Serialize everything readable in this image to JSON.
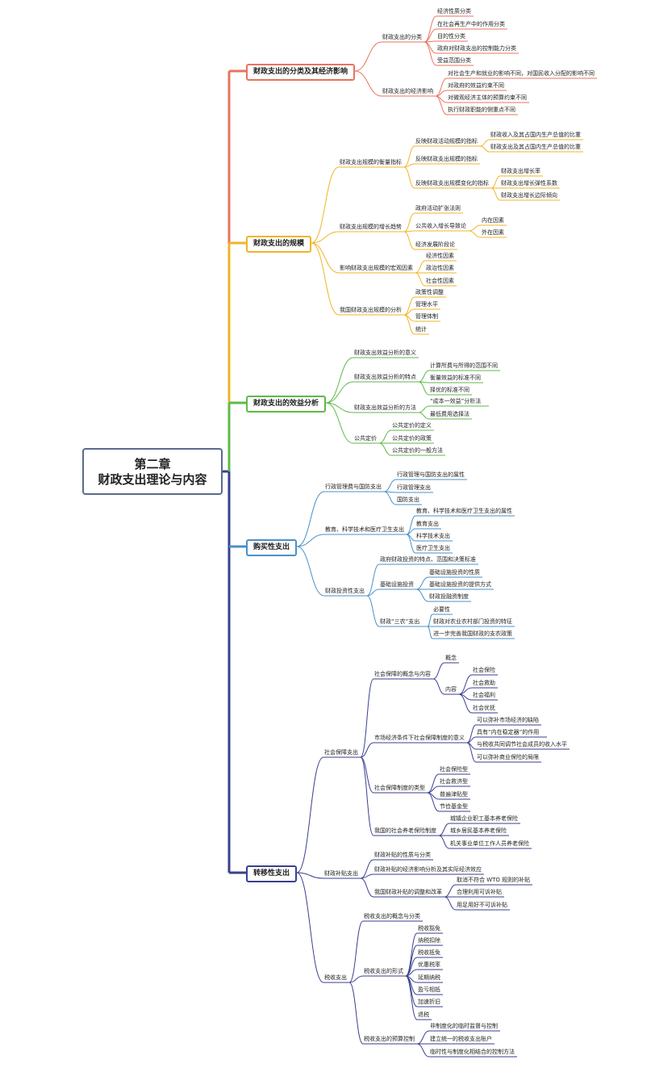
{
  "root": {
    "line1": "第二章",
    "line2": "财政支出理论与内容"
  },
  "colors": {
    "root_border": "#5a6b8c",
    "text": "#222222",
    "branch1": "#e8735f",
    "branch2": "#f0b429",
    "branch3": "#5dba47",
    "branch4": "#4a90c8",
    "branch5": "#3a3f8f"
  },
  "branches": [
    {
      "label": "财政支出的分类及其经济影响",
      "color": "#e8735f",
      "children": [
        {
          "label": "财政支出的分类",
          "children": [
            {
              "label": "经济性质分类"
            },
            {
              "label": "在社会再生产中的作用分类"
            },
            {
              "label": "目的性分类"
            },
            {
              "label": "政府对财政支出的控制能力分类"
            },
            {
              "label": "受益范围分类"
            }
          ]
        },
        {
          "label": "财政支出的经济影响",
          "children": [
            {
              "label": "对社会生产和就业的影响不同，对国民收入分配的影响不同"
            },
            {
              "label": "对政府的效益约束不同"
            },
            {
              "label": "对微观经济主体的预算约束不同"
            },
            {
              "label": "执行财政职能的侧重点不同"
            }
          ]
        }
      ]
    },
    {
      "label": "财政支出的规模",
      "color": "#f0b429",
      "children": [
        {
          "label": "财政支出规模的衡量指标",
          "children": [
            {
              "label": "反映财政活动规模的指标",
              "children": [
                {
                  "label": "财政收入及其占国内生产总值的比重"
                },
                {
                  "label": "财政支出及其占国内生产总值的比重"
                }
              ]
            },
            {
              "label": "反映财政支出规模的指标"
            },
            {
              "label": "反映财政支出规模变化的指标",
              "children": [
                {
                  "label": "财政支出增长率"
                },
                {
                  "label": "财政支出增长弹性系数"
                },
                {
                  "label": "财政支出增长边际倾向"
                }
              ]
            }
          ]
        },
        {
          "label": "财政支出规模的增长趋势",
          "children": [
            {
              "label": "政府活动扩张法则"
            },
            {
              "label": "公共收入增长导致论",
              "children": [
                {
                  "label": "内在因素"
                },
                {
                  "label": "外在因素"
                }
              ]
            },
            {
              "label": "经济发展阶段论"
            }
          ]
        },
        {
          "label": "影响财政支出规模的宏观因素",
          "children": [
            {
              "label": "经济性因素"
            },
            {
              "label": "政治性因素"
            },
            {
              "label": "社会性因素"
            }
          ]
        },
        {
          "label": "我国财政支出规模的分析",
          "children": [
            {
              "label": "政策性调整"
            },
            {
              "label": "管理水平"
            },
            {
              "label": "管理体制"
            },
            {
              "label": "统计"
            }
          ]
        }
      ]
    },
    {
      "label": "财政支出的效益分析",
      "color": "#5dba47",
      "children": [
        {
          "label": "财政支出效益分析的意义"
        },
        {
          "label": "财政支出效益分析的特点",
          "children": [
            {
              "label": "计算所费与所得的范围不同"
            },
            {
              "label": "衡量效益的标准不同"
            },
            {
              "label": "择优的标准不同"
            }
          ]
        },
        {
          "label": "财政支出效益分析的方法",
          "children": [
            {
              "label": "“成本一效益”分析法"
            },
            {
              "label": "最低费用选择法"
            }
          ]
        },
        {
          "label": "公共定价",
          "children": [
            {
              "label": "公共定价的定义"
            },
            {
              "label": "公共定价的政策"
            },
            {
              "label": "公共定价的一般方法"
            }
          ]
        }
      ]
    },
    {
      "label": "购买性支出",
      "color": "#4a90c8",
      "children": [
        {
          "label": "行政管理费与国防支出",
          "children": [
            {
              "label": "行政管理与国防支出的属性"
            },
            {
              "label": "行政管理支出"
            },
            {
              "label": "国防支出"
            }
          ]
        },
        {
          "label": "教育、科学技术和医疗卫生支出",
          "children": [
            {
              "label": "教育、科学技术和医疗卫生支出的属性"
            },
            {
              "label": "教育支出"
            },
            {
              "label": "科学技术支出"
            },
            {
              "label": "医疗卫生支出"
            }
          ]
        },
        {
          "label": "财政投资性支出",
          "children": [
            {
              "label": "政府财政投资的特点、范围和决策标准"
            },
            {
              "label": "基础设施投资",
              "children": [
                {
                  "label": "基础设施投资的性质"
                },
                {
                  "label": "基础设施投资的提供方式"
                },
                {
                  "label": "财政投融资制度"
                }
              ]
            },
            {
              "label": "财政“三农”支出",
              "children": [
                {
                  "label": "必要性"
                },
                {
                  "label": "财政对农业农村部门投资的特征"
                },
                {
                  "label": "进一步完善我国财政的支农政策"
                }
              ]
            }
          ]
        }
      ]
    },
    {
      "label": "转移性支出",
      "color": "#3a3f8f",
      "children": [
        {
          "label": "社会保障支出",
          "children": [
            {
              "label": "社会保障的概念与内容",
              "children": [
                {
                  "label": "概念"
                },
                {
                  "label": "内容",
                  "children": [
                    {
                      "label": "社会保险"
                    },
                    {
                      "label": "社会救助"
                    },
                    {
                      "label": "社会福利"
                    },
                    {
                      "label": "社会优抚"
                    }
                  ]
                }
              ]
            },
            {
              "label": "市场经济条件下社会保障制度的意义",
              "children": [
                {
                  "label": "可以弥补市场经济的缺陷"
                },
                {
                  "label": "具有“内在稳定器”的作用"
                },
                {
                  "label": "与税收共同调节社会成员的收入水平"
                },
                {
                  "label": "可以弥补商业保险的局限"
                }
              ]
            },
            {
              "label": "社会保障制度的类型",
              "children": [
                {
                  "label": "社会保险型"
                },
                {
                  "label": "社会救济型"
                },
                {
                  "label": "普遍津贴型"
                },
                {
                  "label": "节俭基金型"
                }
              ]
            },
            {
              "label": "我国的社会养老保险制度",
              "children": [
                {
                  "label": "城镇企业职工基本养老保险"
                },
                {
                  "label": "城乡居民基本养老保险"
                },
                {
                  "label": "机关事业单位工作人员养老保险"
                }
              ]
            }
          ]
        },
        {
          "label": "财政补贴支出",
          "children": [
            {
              "label": "财政补贴的性质与分类"
            },
            {
              "label": "财政补贴的经济影响分析及其实际经济效应"
            },
            {
              "label": "我国财政补贴的调整和改革",
              "children": [
                {
                  "label": "取消不符合 WTO 规则的补贴"
                },
                {
                  "label": "合理利用可诉补贴"
                },
                {
                  "label": "用足用好不可诉补贴"
                }
              ]
            }
          ]
        },
        {
          "label": "税收支出",
          "children": [
            {
              "label": "税收支出的概念与分类"
            },
            {
              "label": "税收支出的形式",
              "children": [
                {
                  "label": "税收豁免"
                },
                {
                  "label": "纳税扣除"
                },
                {
                  "label": "税收抵免"
                },
                {
                  "label": "优惠税率"
                },
                {
                  "label": "延期纳税"
                },
                {
                  "label": "盈亏相抵"
                },
                {
                  "label": "加速折旧"
                },
                {
                  "label": "退税"
                }
              ]
            },
            {
              "label": "税收支出的预算控制",
              "children": [
                {
                  "label": "非制度化的临时监督与控制"
                },
                {
                  "label": "建立统一的税收支出账户"
                },
                {
                  "label": "临时性与制度化相结合的控制方法"
                }
              ]
            }
          ]
        }
      ]
    }
  ]
}
